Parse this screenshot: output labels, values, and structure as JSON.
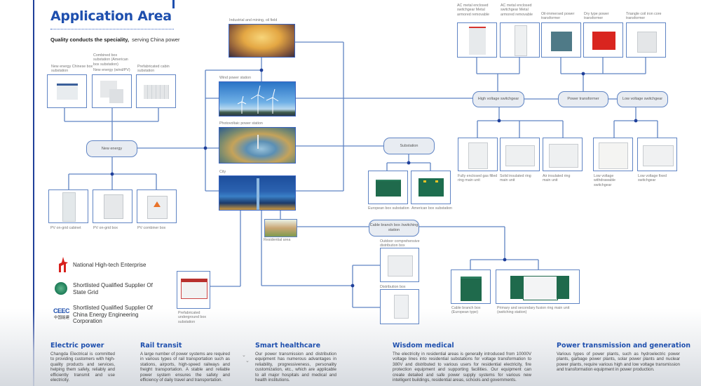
{
  "header": {
    "title": "Application Area",
    "subtitle_bold": "Quality conducts the speciality,",
    "subtitle_rest": "serving China power"
  },
  "colors": {
    "accent": "#1e4fae",
    "line": "#5f84c4",
    "node_fill": "#e8ecf2"
  },
  "new_energy_top": [
    {
      "label": "New energy Chinese box substation"
    },
    {
      "label": "Combined box substation (American box substation)",
      "label2": "New energy (wind/PV)"
    },
    {
      "label": "Prefabricated cabin substation"
    }
  ],
  "new_energy_node": "New energy",
  "new_energy_bottom": [
    {
      "label": "PV on-grid cabinet"
    },
    {
      "label": "PV on-grid box"
    },
    {
      "label": "PV combiner box"
    }
  ],
  "scenes": [
    {
      "label": "Industrial and mining, oil field"
    },
    {
      "label": "Wind power station"
    },
    {
      "label": "Photovoltaic power station"
    },
    {
      "label": "City"
    },
    {
      "label": "Residential area"
    }
  ],
  "underground": "Prefabricated underground box substation",
  "substation": {
    "node": "Substation",
    "items": [
      "European box substation",
      "American box substation"
    ]
  },
  "cable_branch": {
    "node": "Cable branch box /switching station",
    "outdoor": "Outdoor comprehensive distribution box",
    "distribution": "Distribution box",
    "items": [
      "Cable branch box (European type)",
      "Primary and secondary fusion ring main unit (switching station)"
    ]
  },
  "top_equipment": [
    "AC metal enclosed switchgear Metal armored removable",
    "AC metal enclosed switchgear Metal armored removable",
    "Oil-immersed power transformer",
    "Dry type power transformer",
    "Triangle coil iron core transformer"
  ],
  "nodes": {
    "hv": "High voltage switchgear",
    "pt": "Power transformer",
    "lv": "Low voltage switchgear"
  },
  "hv_items": [
    "Fully enclosed gas filled ring main unit",
    "Solid insulated ring main unit",
    "Air insulated ring main unit"
  ],
  "lv_items": [
    "Low voltage withdrawable switchgear",
    "Low voltage fixed switchgear"
  ],
  "certifications": [
    {
      "icon": "high-tech-logo-icon",
      "text": "National High-tech Enterprise"
    },
    {
      "icon": "state-grid-logo-icon",
      "text": "Shortlisted Qualified Supplier Of State Grid"
    },
    {
      "icon": "ceec-logo-icon",
      "text": "Shortlisted Qualified Supplier Of China Energy Engineering Corporation",
      "logo_text": "CEEC",
      "logo_sub": "中国能建"
    }
  ],
  "footer": [
    {
      "title": "Electric power",
      "text": "Changda Electrical is committed to providing customers with high-quality products and services, helping them safely, reliably and efficiently transmit and use electricity."
    },
    {
      "title": "Rail transit",
      "text": "A large number of power systems are required in various types of rail transportation such as stations, airports, high-speed railways and freight transportation. A stable and reliable power system ensures the safety and efficiency of daily travel and transportation."
    },
    {
      "title": "Smart healthcare",
      "text": "Our power transmission and distribution equipment has numerous advantages in reliability, progressiveness, personality customization, etc., which are applicable to all major hospitals and medical and health institutions."
    },
    {
      "title": "Wisdom medical",
      "text": "The electricity in residential areas is generally introduced from 10000V voltage lines into residential substations for voltage transformation to 380V and distributed to various users for residential electricity, fire protection equipment and supporting facilities. Our equipment can create detailed and safe power supply systems for various new intelligent buildings, residential areas, schools and governments."
    },
    {
      "title": "Power transmission and generation",
      "text": "Various types of power plants, such as hydroelectric power plants, garbage power plants, solar power plants and nuclear power plants, require various high and low voltage transmission and transformation equipment in power production."
    }
  ]
}
